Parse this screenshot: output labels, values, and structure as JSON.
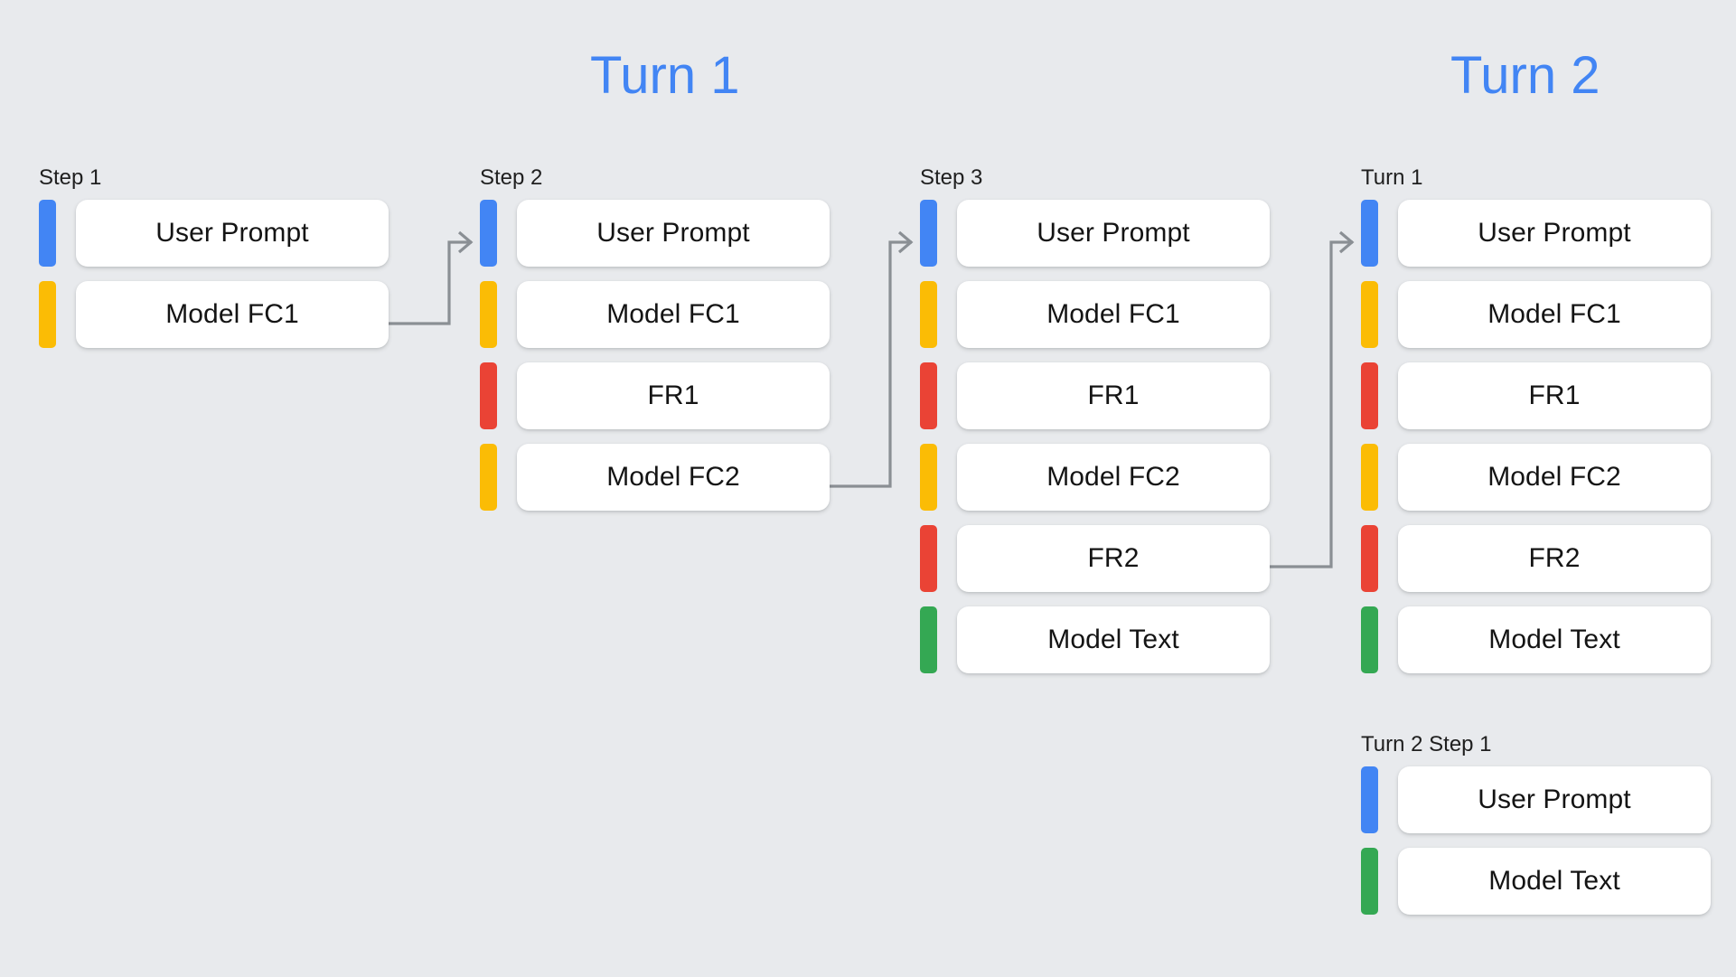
{
  "background_color": "#e8eaed",
  "palette": {
    "blue": "#4285F4",
    "yellow": "#FBBC05",
    "red": "#EA4335",
    "green": "#34A853",
    "arrow_gray": "#8a8f94",
    "card_white": "#ffffff",
    "text_black": "#141414"
  },
  "headers": {
    "turn1": "Turn 1",
    "turn2": "Turn 2"
  },
  "columns": [
    {
      "id": "step1",
      "label": "Step 1",
      "rows": [
        {
          "marker": "blue",
          "text": "User Prompt"
        },
        {
          "marker": "yellow",
          "text": "Model FC1"
        }
      ]
    },
    {
      "id": "step2",
      "label": "Step 2",
      "rows": [
        {
          "marker": "blue",
          "text": "User Prompt"
        },
        {
          "marker": "yellow",
          "text": "Model FC1"
        },
        {
          "marker": "red",
          "text": "FR1"
        },
        {
          "marker": "yellow",
          "text": "Model FC2"
        }
      ]
    },
    {
      "id": "step3",
      "label": "Step 3",
      "rows": [
        {
          "marker": "blue",
          "text": "User Prompt"
        },
        {
          "marker": "yellow",
          "text": "Model FC1"
        },
        {
          "marker": "red",
          "text": "FR1"
        },
        {
          "marker": "yellow",
          "text": "Model FC2"
        },
        {
          "marker": "red",
          "text": "FR2"
        },
        {
          "marker": "green",
          "text": "Model Text"
        }
      ]
    },
    {
      "id": "turn1",
      "label": "Turn 1",
      "rows": [
        {
          "marker": "blue",
          "text": "User Prompt"
        },
        {
          "marker": "yellow",
          "text": "Model FC1"
        },
        {
          "marker": "red",
          "text": "FR1"
        },
        {
          "marker": "yellow",
          "text": "Model FC2"
        },
        {
          "marker": "red",
          "text": "FR2"
        },
        {
          "marker": "green",
          "text": "Model Text"
        }
      ]
    },
    {
      "id": "turn2step1",
      "label": "Turn 2 Step 1",
      "rows": [
        {
          "marker": "blue",
          "text": "User Prompt"
        },
        {
          "marker": "green",
          "text": "Model Text"
        }
      ]
    }
  ],
  "arrows": [
    {
      "id": "arrow-step1-to-step2",
      "from": "Model FC1 (Step 1)",
      "to": "Step 2"
    },
    {
      "id": "arrow-step2-to-step3",
      "from": "Model FC2 (Step 2)",
      "to": "Step 3"
    },
    {
      "id": "arrow-step3-to-turn1",
      "from": "FR2 (Step 3)",
      "to": "Turn 1"
    }
  ]
}
